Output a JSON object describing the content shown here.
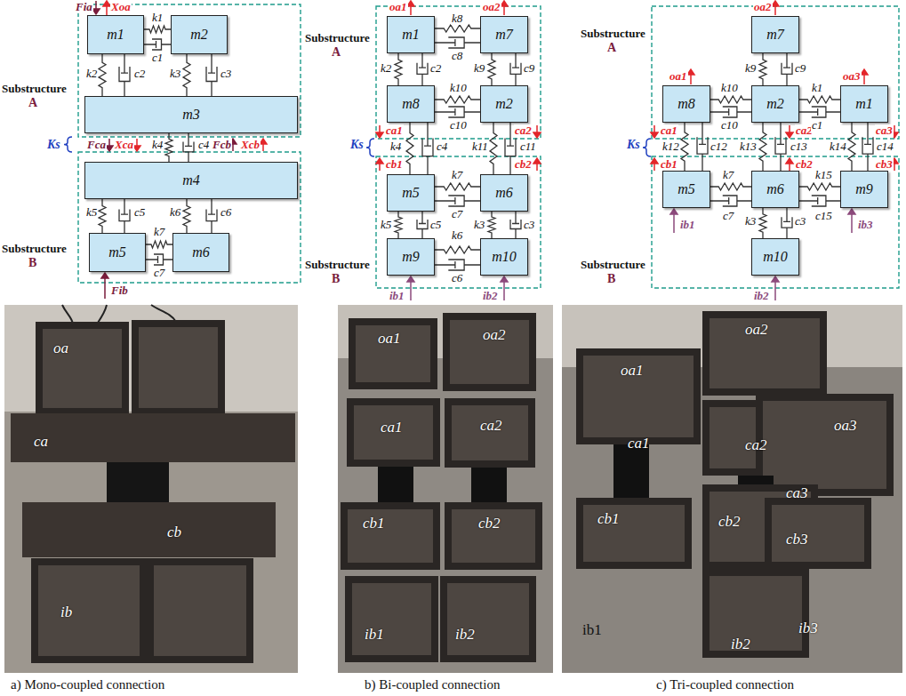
{
  "diagram": {
    "nodes": [
      {
        "text": [
          "m1"
        ]
      },
      {
        "text": [
          "m2"
        ]
      },
      {
        "text": [
          "m3"
        ]
      },
      {
        "text": [
          "m4"
        ]
      },
      {
        "text": [
          "m5"
        ]
      },
      {
        "text": [
          "m6"
        ]
      },
      {
        "text": [
          "m1"
        ]
      },
      {
        "text": [
          "m7"
        ]
      },
      {
        "text": [
          "m8"
        ]
      },
      {
        "text": [
          "m2"
        ]
      },
      {
        "text": [
          "m5"
        ]
      },
      {
        "text": [
          "m6"
        ]
      },
      {
        "text": [
          "m9"
        ]
      },
      {
        "text": [
          "m10"
        ]
      },
      {
        "text": [
          "m7"
        ]
      },
      {
        "text": [
          "m8"
        ]
      },
      {
        "text": [
          "m2"
        ]
      },
      {
        "text": [
          "m1"
        ]
      },
      {
        "text": [
          "m5"
        ]
      },
      {
        "text": [
          "m6"
        ]
      },
      {
        "text": [
          "m9"
        ]
      },
      {
        "text": [
          "m10"
        ]
      }
    ],
    "edges": [
      {
        "from": 0,
        "to": 1,
        "arrow": "none"
      },
      {
        "from": 0,
        "to": 2,
        "arrow": "none"
      },
      {
        "from": 1,
        "to": 2,
        "arrow": "none"
      },
      {
        "from": 2,
        "to": 3,
        "arrow": "none"
      },
      {
        "from": 3,
        "to": 4,
        "arrow": "none"
      },
      {
        "from": 3,
        "to": 5,
        "arrow": "none"
      },
      {
        "from": 4,
        "to": 5,
        "arrow": "none"
      },
      {
        "from": 6,
        "to": 7,
        "arrow": "none"
      },
      {
        "from": 6,
        "to": 8,
        "arrow": "none"
      },
      {
        "from": 7,
        "to": 9,
        "arrow": "none"
      },
      {
        "from": 8,
        "to": 9,
        "arrow": "none"
      },
      {
        "from": 8,
        "to": 10,
        "arrow": "none"
      },
      {
        "from": 9,
        "to": 11,
        "arrow": "none"
      },
      {
        "from": 10,
        "to": 11,
        "arrow": "none"
      },
      {
        "from": 10,
        "to": 12,
        "arrow": "none"
      },
      {
        "from": 11,
        "to": 13,
        "arrow": "none"
      },
      {
        "from": 12,
        "to": 13,
        "arrow": "none"
      },
      {
        "from": 14,
        "to": 16,
        "arrow": "none"
      },
      {
        "from": 15,
        "to": 16,
        "arrow": "none"
      },
      {
        "from": 16,
        "to": 17,
        "arrow": "none"
      },
      {
        "from": 15,
        "to": 18,
        "arrow": "none"
      },
      {
        "from": 16,
        "to": 19,
        "arrow": "none"
      },
      {
        "from": 17,
        "to": 20,
        "arrow": "none"
      },
      {
        "from": 18,
        "to": 19,
        "arrow": "none"
      },
      {
        "from": 19,
        "to": 20,
        "arrow": "none"
      },
      {
        "from": 19,
        "to": 21,
        "arrow": "none"
      }
    ],
    "labels": [
      "Fia",
      "Xoa",
      "Substructure",
      "A",
      "Ks",
      "Fca",
      "Xca",
      "Fcb",
      "Xcb",
      "Substructure",
      "B",
      "Fib",
      "k1",
      "c1",
      "k2",
      "c2",
      "k3",
      "c3",
      "k4",
      "c4",
      "k5",
      "c5",
      "k6",
      "c6",
      "k7",
      "c7",
      "Substructure",
      "A",
      "oa1",
      "oa2",
      "ca1",
      "ca2",
      "Ks",
      "cb1",
      "cb2",
      "Substructure",
      "B",
      "ib1",
      "ib2",
      "k8",
      "c8",
      "k2",
      "c2",
      "k9",
      "c9",
      "k10",
      "c10",
      "k4",
      "c4",
      "k11",
      "c11",
      "k7",
      "c7",
      "k5",
      "c5",
      "k3",
      "c3",
      "k6",
      "c6",
      "Substructure",
      "A",
      "oa2",
      "oa1",
      "oa3",
      "ca1",
      "ca2",
      "ca3",
      "Ks",
      "cb1",
      "cb2",
      "cb3",
      "Substructure",
      "B",
      "ib1",
      "ib3",
      "ib2",
      "k9",
      "c9",
      "k10",
      "c10",
      "k1",
      "c1",
      "k12",
      "c12",
      "k13",
      "c13",
      "k14",
      "c14",
      "k7",
      "c7",
      "k15",
      "c15",
      "k3",
      "c3",
      "oa",
      "ca",
      "cb",
      "ib",
      "oa1",
      "oa2",
      "ca1",
      "ca2",
      "cb1",
      "cb2",
      "ib1",
      "ib2",
      "oa2",
      "oa1",
      "oa3",
      "ca1",
      "ca2",
      "ca3",
      "cb1",
      "cb2",
      "cb3",
      "ib1",
      "ib2",
      "ib3",
      "a) Mono-coupled connection",
      "b) Bi-coupled connection",
      "c) Tri-coupled connection"
    ]
  }
}
